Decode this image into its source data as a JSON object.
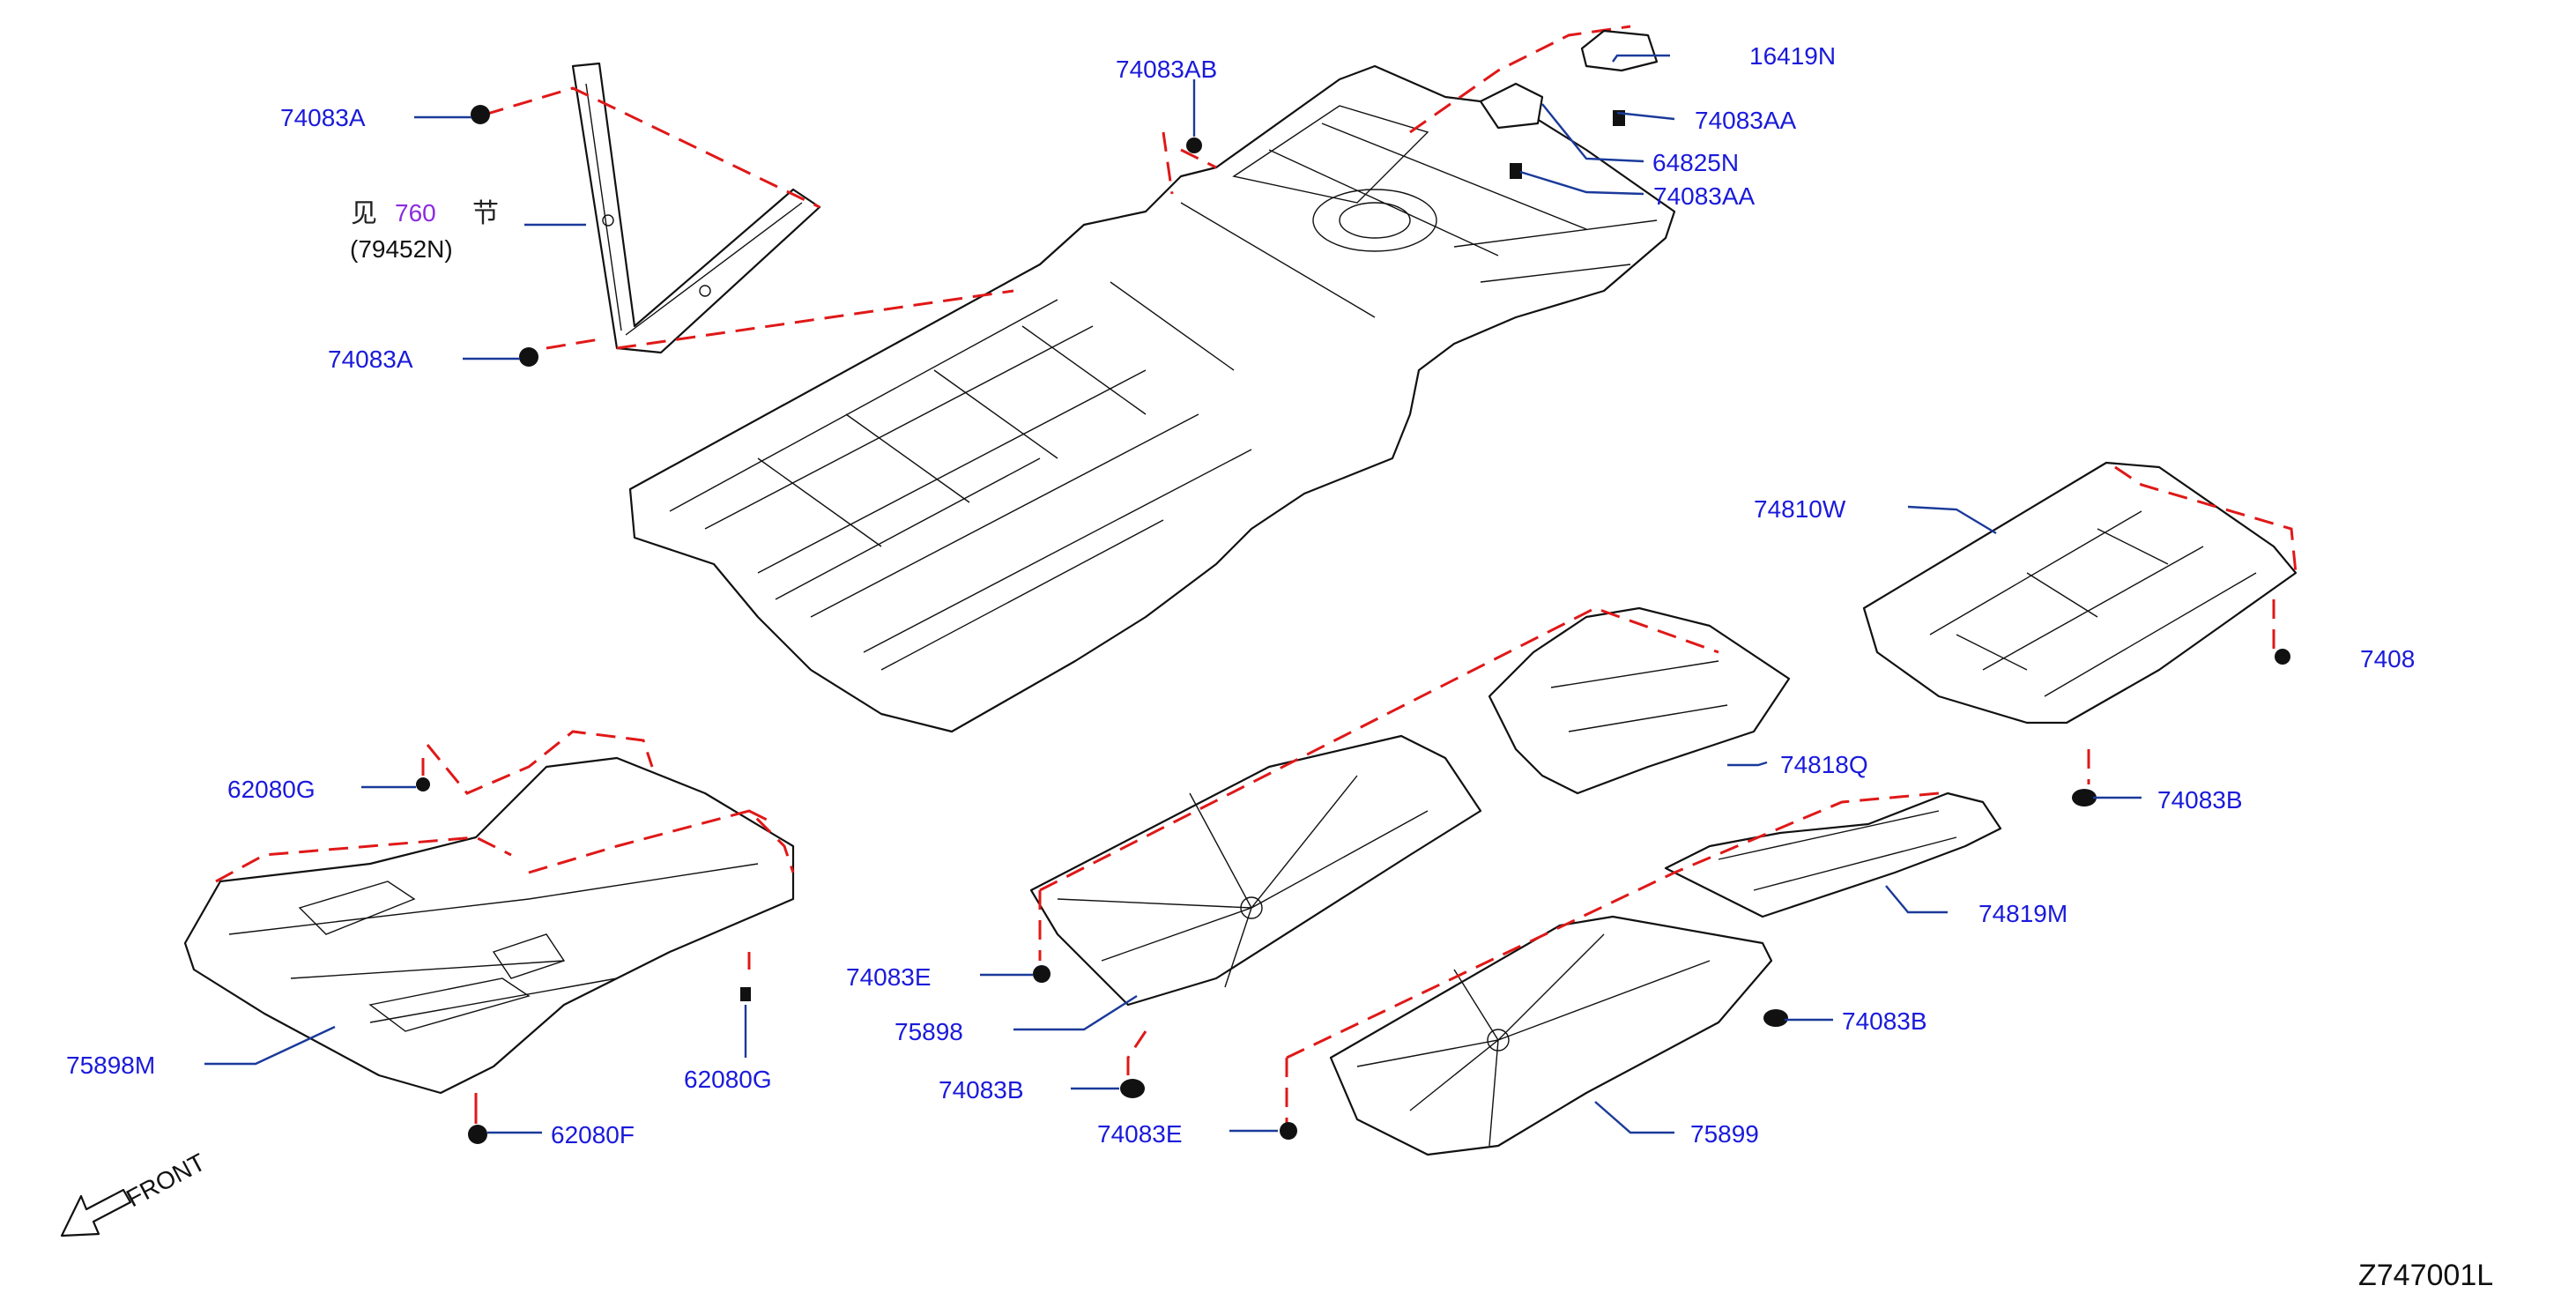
{
  "diagram": {
    "drawing_number": "Z747001L",
    "front_label": "FRONT",
    "see_section": {
      "prefix": "见",
      "number": "760",
      "suffix": "节",
      "part": "(79452N)"
    },
    "labels": {
      "p74083A_top": "74083A",
      "p74083A_bottom": "74083A",
      "p74083AB": "74083AB",
      "p16419N": "16419N",
      "p74083AA_1": "74083AA",
      "p64825N": "64825N",
      "p74083AA_2": "74083AA",
      "p74810W": "74810W",
      "p74083_right": "7408",
      "p74083B_right": "74083B",
      "p74818Q": "74818Q",
      "p74819M": "74819M",
      "p74083B_mid": "74083B",
      "p75899": "75899",
      "p74083E_top": "74083E",
      "p75898": "75898",
      "p74083B_left": "74083B",
      "p74083E_bottom": "74083E",
      "p62080G_top": "62080G",
      "p62080G_bottom": "62080G",
      "p75898M": "75898M",
      "p62080F": "62080F"
    }
  }
}
